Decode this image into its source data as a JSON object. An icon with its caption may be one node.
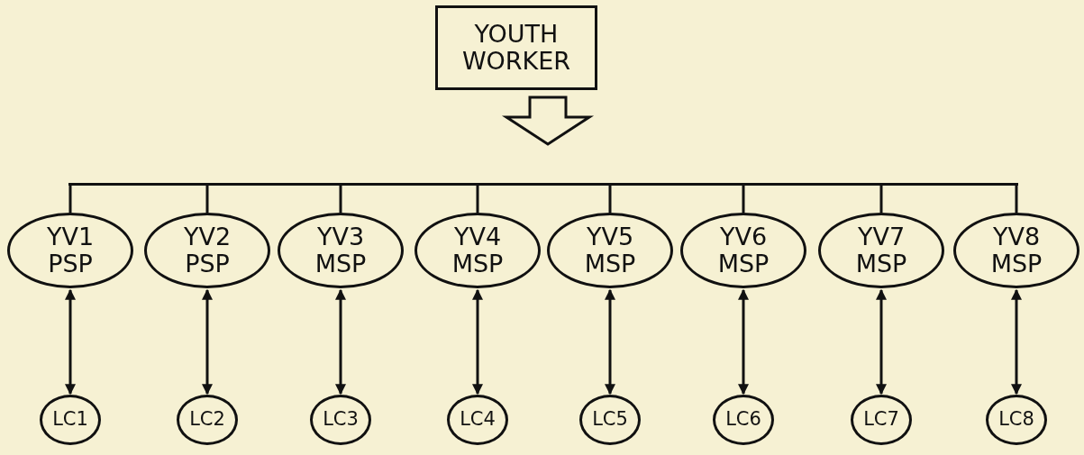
{
  "diagram": {
    "nodes": [
      {
        "text": [
          "YOUTH WORKER"
        ]
      },
      {
        "text": [],
        "shape": "bar"
      },
      {
        "text": [
          "YV1 PSP"
        ]
      },
      {
        "text": [
          "YV2 PSP"
        ]
      },
      {
        "text": [
          "YV3 MSP"
        ]
      },
      {
        "text": [
          "YV4 MSP"
        ]
      },
      {
        "text": [
          "YV5 MSP"
        ]
      },
      {
        "text": [
          "YV6 MSP"
        ]
      },
      {
        "text": [
          "YV7 MSP"
        ]
      },
      {
        "text": [
          "YV8 MSP"
        ]
      },
      {
        "text": [
          "LC1"
        ]
      },
      {
        "text": [
          "LC2"
        ]
      },
      {
        "text": [
          "LC3"
        ]
      },
      {
        "text": [
          "LC4"
        ]
      },
      {
        "text": [
          "LC5"
        ]
      },
      {
        "text": [
          "LC6"
        ]
      },
      {
        "text": [
          "LC7"
        ]
      },
      {
        "text": [
          "LC8"
        ]
      }
    ],
    "edges": [
      {
        "from": 0,
        "to": 1,
        "arrow": "to",
        "style": "thick"
      },
      {
        "from": 1,
        "to": 2,
        "arrow": "none"
      },
      {
        "from": 1,
        "to": 3,
        "arrow": "none"
      },
      {
        "from": 1,
        "to": 4,
        "arrow": "none"
      },
      {
        "from": 1,
        "to": 5,
        "arrow": "none"
      },
      {
        "from": 1,
        "to": 6,
        "arrow": "none"
      },
      {
        "from": 1,
        "to": 7,
        "arrow": "none"
      },
      {
        "from": 1,
        "to": 8,
        "arrow": "none"
      },
      {
        "from": 1,
        "to": 9,
        "arrow": "none"
      },
      {
        "from": 2,
        "to": 10,
        "arrow": "both"
      },
      {
        "from": 3,
        "to": 11,
        "arrow": "both"
      },
      {
        "from": 4,
        "to": 12,
        "arrow": "both"
      },
      {
        "from": 5,
        "to": 13,
        "arrow": "both"
      },
      {
        "from": 6,
        "to": 14,
        "arrow": "both"
      },
      {
        "from": 7,
        "to": 15,
        "arrow": "both"
      },
      {
        "from": 8,
        "to": 16,
        "arrow": "both"
      },
      {
        "from": 9,
        "to": 17,
        "arrow": "both"
      }
    ]
  }
}
